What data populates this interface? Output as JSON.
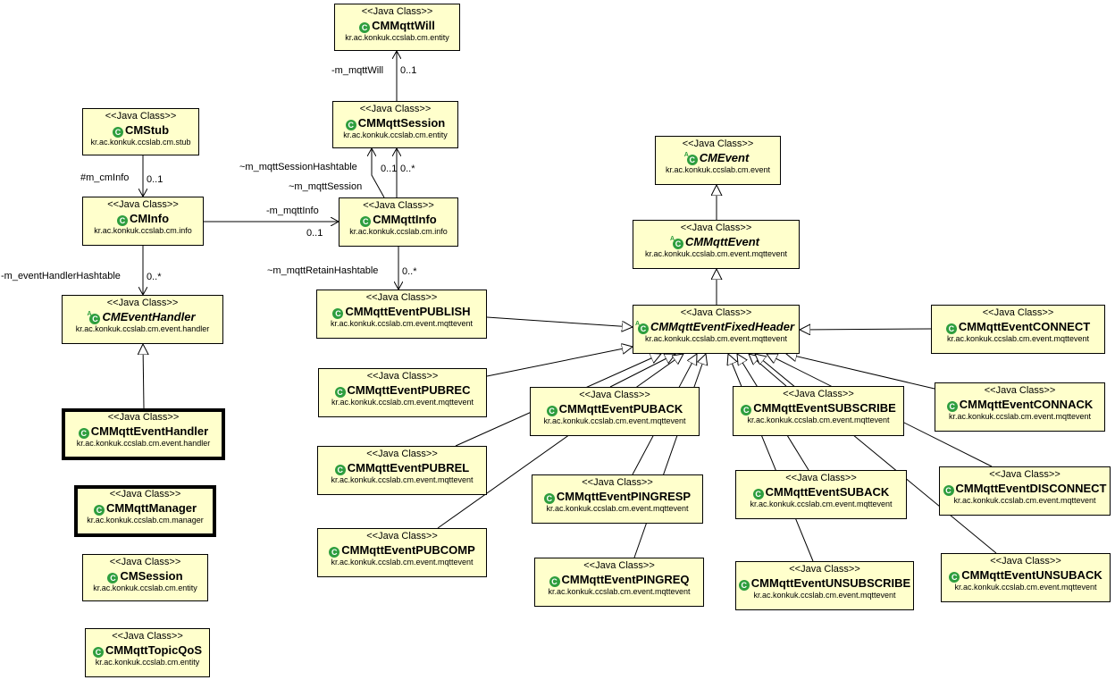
{
  "stereotype": "<<Java Class>>",
  "classes": [
    {
      "id": "CMMqttWill",
      "name": "CMMqttWill",
      "package": "kr.ac.konkuk.ccslab.cm.entity",
      "abstract": false,
      "highlight": false
    },
    {
      "id": "CMMqttSession",
      "name": "CMMqttSession",
      "package": "kr.ac.konkuk.ccslab.cm.entity",
      "abstract": false,
      "highlight": false
    },
    {
      "id": "CMStub",
      "name": "CMStub",
      "package": "kr.ac.konkuk.ccslab.cm.stub",
      "abstract": false,
      "highlight": false
    },
    {
      "id": "CMInfo",
      "name": "CMInfo",
      "package": "kr.ac.konkuk.ccslab.cm.info",
      "abstract": false,
      "highlight": false
    },
    {
      "id": "CMMqttInfo",
      "name": "CMMqttInfo",
      "package": "kr.ac.konkuk.ccslab.cm.info",
      "abstract": false,
      "highlight": false
    },
    {
      "id": "CMEventHandler",
      "name": "CMEventHandler",
      "package": "kr.ac.konkuk.ccslab.cm.event.handler",
      "abstract": true,
      "highlight": false
    },
    {
      "id": "CMMqttEventHandler",
      "name": "CMMqttEventHandler",
      "package": "kr.ac.konkuk.ccslab.cm.event.handler",
      "abstract": false,
      "highlight": true
    },
    {
      "id": "CMMqttManager",
      "name": "CMMqttManager",
      "package": "kr.ac.konkuk.ccslab.cm.manager",
      "abstract": false,
      "highlight": true
    },
    {
      "id": "CMSession",
      "name": "CMSession",
      "package": "kr.ac.konkuk.ccslab.cm.entity",
      "abstract": false,
      "highlight": false
    },
    {
      "id": "CMMqttTopicQoS",
      "name": "CMMqttTopicQoS",
      "package": "kr.ac.konkuk.ccslab.cm.entity",
      "abstract": false,
      "highlight": false
    },
    {
      "id": "CMEvent",
      "name": "CMEvent",
      "package": "kr.ac.konkuk.ccslab.cm.event",
      "abstract": true,
      "highlight": false
    },
    {
      "id": "CMMqttEvent",
      "name": "CMMqttEvent",
      "package": "kr.ac.konkuk.ccslab.cm.event.mqttevent",
      "abstract": true,
      "highlight": false
    },
    {
      "id": "CMMqttEventFixedHeader",
      "name": "CMMqttEventFixedHeader",
      "package": "kr.ac.konkuk.ccslab.cm.event.mqttevent",
      "abstract": true,
      "highlight": false
    },
    {
      "id": "CMMqttEventPUBLISH",
      "name": "CMMqttEventPUBLISH",
      "package": "kr.ac.konkuk.ccslab.cm.event.mqttevent",
      "abstract": false,
      "highlight": false
    },
    {
      "id": "CMMqttEventPUBREC",
      "name": "CMMqttEventPUBREC",
      "package": "kr.ac.konkuk.ccslab.cm.event.mqttevent",
      "abstract": false,
      "highlight": false
    },
    {
      "id": "CMMqttEventPUBACK",
      "name": "CMMqttEventPUBACK",
      "package": "kr.ac.konkuk.ccslab.cm.event.mqttevent",
      "abstract": false,
      "highlight": false
    },
    {
      "id": "CMMqttEventSUBSCRIBE",
      "name": "CMMqttEventSUBSCRIBE",
      "package": "kr.ac.konkuk.ccslab.cm.event.mqttevent",
      "abstract": false,
      "highlight": false
    },
    {
      "id": "CMMqttEventCONNECT",
      "name": "CMMqttEventCONNECT",
      "package": "kr.ac.konkuk.ccslab.cm.event.mqttevent",
      "abstract": false,
      "highlight": false
    },
    {
      "id": "CMMqttEventCONNACK",
      "name": "CMMqttEventCONNACK",
      "package": "kr.ac.konkuk.ccslab.cm.event.mqttevent",
      "abstract": false,
      "highlight": false
    },
    {
      "id": "CMMqttEventPUBREL",
      "name": "CMMqttEventPUBREL",
      "package": "kr.ac.konkuk.ccslab.cm.event.mqttevent",
      "abstract": false,
      "highlight": false
    },
    {
      "id": "CMMqttEventPINGRESP",
      "name": "CMMqttEventPINGRESP",
      "package": "kr.ac.konkuk.ccslab.cm.event.mqttevent",
      "abstract": false,
      "highlight": false
    },
    {
      "id": "CMMqttEventSUBACK",
      "name": "CMMqttEventSUBACK",
      "package": "kr.ac.konkuk.ccslab.cm.event.mqttevent",
      "abstract": false,
      "highlight": false
    },
    {
      "id": "CMMqttEventDISCONNECT",
      "name": "CMMqttEventDISCONNECT",
      "package": "kr.ac.konkuk.ccslab.cm.event.mqttevent",
      "abstract": false,
      "highlight": false
    },
    {
      "id": "CMMqttEventPUBCOMP",
      "name": "CMMqttEventPUBCOMP",
      "package": "kr.ac.konkuk.ccslab.cm.event.mqttevent",
      "abstract": false,
      "highlight": false
    },
    {
      "id": "CMMqttEventPINGREQ",
      "name": "CMMqttEventPINGREQ",
      "package": "kr.ac.konkuk.ccslab.cm.event.mqttevent",
      "abstract": false,
      "highlight": false
    },
    {
      "id": "CMMqttEventUNSUBSCRIBE",
      "name": "CMMqttEventUNSUBSCRIBE",
      "package": "kr.ac.konkuk.ccslab.cm.event.mqttevent",
      "abstract": false,
      "highlight": false
    },
    {
      "id": "CMMqttEventUNSUBACK",
      "name": "CMMqttEventUNSUBACK",
      "package": "kr.ac.konkuk.ccslab.cm.event.mqttevent",
      "abstract": false,
      "highlight": false
    }
  ],
  "associations": [
    {
      "from": "CMMqttSession",
      "to": "CMMqttWill",
      "role": "-m_mqttWill",
      "multiplicity": "0..1"
    },
    {
      "from": "CMStub",
      "to": "CMInfo",
      "role": "#m_cmInfo",
      "multiplicity": "0..1"
    },
    {
      "from": "CMInfo",
      "to": "CMMqttInfo",
      "role": "-m_mqttInfo",
      "multiplicity": "0..1"
    },
    {
      "from": "CMMqttInfo",
      "to": "CMMqttSession",
      "role": "~m_mqttSessionHashtable",
      "multiplicity": "0..1"
    },
    {
      "from": "CMMqttInfo",
      "to": "CMMqttSession",
      "role": "~m_mqttSession",
      "multiplicity": "0..*"
    },
    {
      "from": "CMInfo",
      "to": "CMEventHandler",
      "role": "-m_eventHandlerHashtable",
      "multiplicity": "0..*"
    },
    {
      "from": "CMMqttInfo",
      "to": "CMMqttEventPUBLISH",
      "role": "~m_mqttRetainHashtable",
      "multiplicity": "0..*"
    }
  ],
  "generalizations": [
    {
      "child": "CMMqttEventHandler",
      "parent": "CMEventHandler"
    },
    {
      "child": "CMMqttEvent",
      "parent": "CMEvent"
    },
    {
      "child": "CMMqttEventFixedHeader",
      "parent": "CMMqttEvent"
    },
    {
      "child": "CMMqttEventPUBLISH",
      "parent": "CMMqttEventFixedHeader"
    },
    {
      "child": "CMMqttEventCONNECT",
      "parent": "CMMqttEventFixedHeader"
    },
    {
      "child": "CMMqttEventPUBREC",
      "parent": "CMMqttEventFixedHeader"
    },
    {
      "child": "CMMqttEventPUBACK",
      "parent": "CMMqttEventFixedHeader"
    },
    {
      "child": "CMMqttEventSUBSCRIBE",
      "parent": "CMMqttEventFixedHeader"
    },
    {
      "child": "CMMqttEventCONNACK",
      "parent": "CMMqttEventFixedHeader"
    },
    {
      "child": "CMMqttEventPUBREL",
      "parent": "CMMqttEventFixedHeader"
    },
    {
      "child": "CMMqttEventPINGRESP",
      "parent": "CMMqttEventFixedHeader"
    },
    {
      "child": "CMMqttEventSUBACK",
      "parent": "CMMqttEventFixedHeader"
    },
    {
      "child": "CMMqttEventDISCONNECT",
      "parent": "CMMqttEventFixedHeader"
    },
    {
      "child": "CMMqttEventPUBCOMP",
      "parent": "CMMqttEventFixedHeader"
    },
    {
      "child": "CMMqttEventPINGREQ",
      "parent": "CMMqttEventFixedHeader"
    },
    {
      "child": "CMMqttEventUNSUBSCRIBE",
      "parent": "CMMqttEventFixedHeader"
    },
    {
      "child": "CMMqttEventUNSUBACK",
      "parent": "CMMqttEventFixedHeader"
    }
  ],
  "colors": {
    "class_fill": "#ffffcc",
    "class_icon": "#2e9e3e",
    "line": "#000000"
  }
}
